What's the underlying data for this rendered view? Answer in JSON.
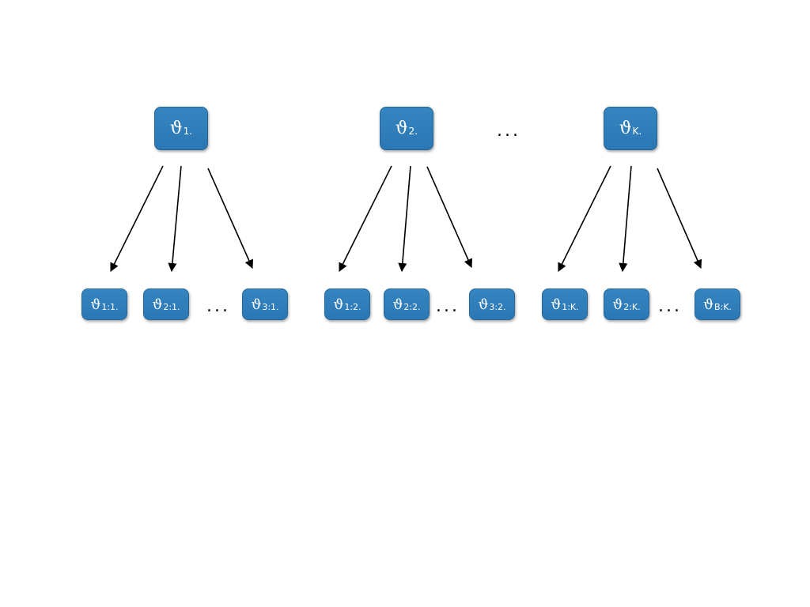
{
  "diagram": {
    "parents": [
      {
        "symbol": "ϑ",
        "subscript": "1."
      },
      {
        "symbol": "ϑ",
        "subscript": "2."
      },
      {
        "symbol": "ϑ",
        "subscript": "K."
      }
    ],
    "children": [
      {
        "symbol": "ϑ",
        "subscript": "1:1."
      },
      {
        "symbol": "ϑ",
        "subscript": "2:1."
      },
      {
        "symbol": "ϑ",
        "subscript": "3:1."
      },
      {
        "symbol": "ϑ",
        "subscript": "1:2."
      },
      {
        "symbol": "ϑ",
        "subscript": "2:2."
      },
      {
        "symbol": "ϑ",
        "subscript": "3:2."
      },
      {
        "symbol": "ϑ",
        "subscript": "1:K."
      },
      {
        "symbol": "ϑ",
        "subscript": "2:K."
      },
      {
        "symbol": "ϑ",
        "subscript": "B:K."
      }
    ],
    "ellipsis": "...",
    "colors": {
      "node_fill": "#2f7fbe",
      "node_text": "#ffffff",
      "arrow": "#000000"
    }
  }
}
